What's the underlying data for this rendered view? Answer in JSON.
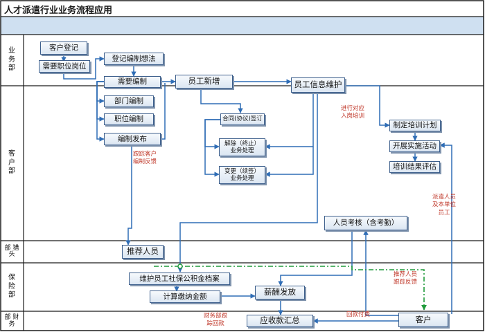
{
  "title": "人才派遣行业业务流程应用",
  "lanes": {
    "business": [
      "业",
      "务",
      "部"
    ],
    "client": [
      "客",
      "户",
      "部"
    ],
    "headhunter": [
      "部",
      "猎",
      "头"
    ],
    "insurance": [
      "保",
      "险",
      "部"
    ],
    "finance": [
      "部",
      "财",
      "务"
    ]
  },
  "nodes": {
    "customer_register": "客户登记",
    "job_position": "需要职位岗位",
    "register_plan": "登记编制想法",
    "needs_plan": "需要编制",
    "dept_plan": "部门编制",
    "post_plan": "职位编制",
    "publish_plan": "编制发布",
    "new_employee": "员工新增",
    "contract_sign": "合同(协议)签订",
    "terminate_1": "解除（终止）",
    "terminate_2": "业务处理",
    "change_1": "变更（续签）",
    "change_2": "业务处理",
    "employee_info": "员工信息维护",
    "training_plan": "制定培训计划",
    "training_run": "开展实施活动",
    "training_eval": "培训结果评估",
    "recommend": "推荐人员",
    "maintain_archive": "维护员工社保公积金档案",
    "calc_payment": "计算缴纳金额",
    "assessment": "人员考核（含考勤）",
    "salary": "薪酬发放",
    "receivable": "应收款汇总",
    "customer": "客户"
  },
  "notes": {
    "training_intro": [
      "进行对应",
      "入岗培训"
    ],
    "track_feedback": [
      "跟踪客户",
      "编制反馈"
    ],
    "dispatch_staff": [
      "派遣人员",
      "及本单位",
      "员工"
    ],
    "recommend_feedback": [
      "推荐人员",
      "跟踪反馈"
    ],
    "finance_track": [
      "财务部跟",
      "踪回款"
    ],
    "payment_back": [
      "回款付费"
    ]
  },
  "colors": {
    "header_band": "#cfe0f1",
    "lane_line": "#1a1a1a",
    "arrow": "#2f6db5",
    "box_border": "#3d5f8c",
    "dash_line": "#1f9a3a",
    "note_red": "#c0392b"
  }
}
